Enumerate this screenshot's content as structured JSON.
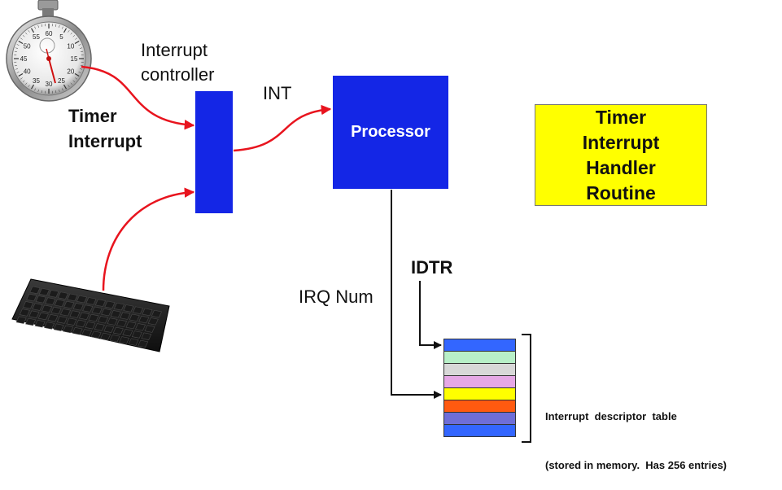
{
  "labels": {
    "interrupt_controller": "Interrupt\ncontroller",
    "interrupt_controller_line1": "Interrupt",
    "interrupt_controller_line2": "controller",
    "int": "INT",
    "timer_interrupt_line1": "Timer",
    "timer_interrupt_line2": "Interrupt",
    "processor": "Processor",
    "irq_num": "IRQ Num",
    "idtr": "IDTR",
    "handler_line1": "Timer",
    "handler_line2": "Interrupt",
    "handler_line3": "Handler",
    "handler_line4": "Routine",
    "idt_caption_line1": "Interrupt  descriptor  table",
    "idt_caption_line2": "(stored in memory.  Has 256 entries)"
  },
  "stopwatch_dial": [
    "55",
    "60",
    "5",
    "50",
    "10",
    "45",
    "15",
    "40",
    "20",
    "35",
    "25",
    "30"
  ],
  "idt_entries": [
    {
      "color": "#3366ff"
    },
    {
      "color": "#b8f0c8"
    },
    {
      "color": "#d8d8d8"
    },
    {
      "color": "#e6a8e6"
    },
    {
      "color": "#ffff00"
    },
    {
      "color": "#ff5a10"
    },
    {
      "color": "#6e6ed8"
    },
    {
      "color": "#3366ff"
    }
  ],
  "colors": {
    "block_blue": "#1426e6",
    "signal_red": "#e8141e",
    "handler_yellow": "#ffff00"
  }
}
